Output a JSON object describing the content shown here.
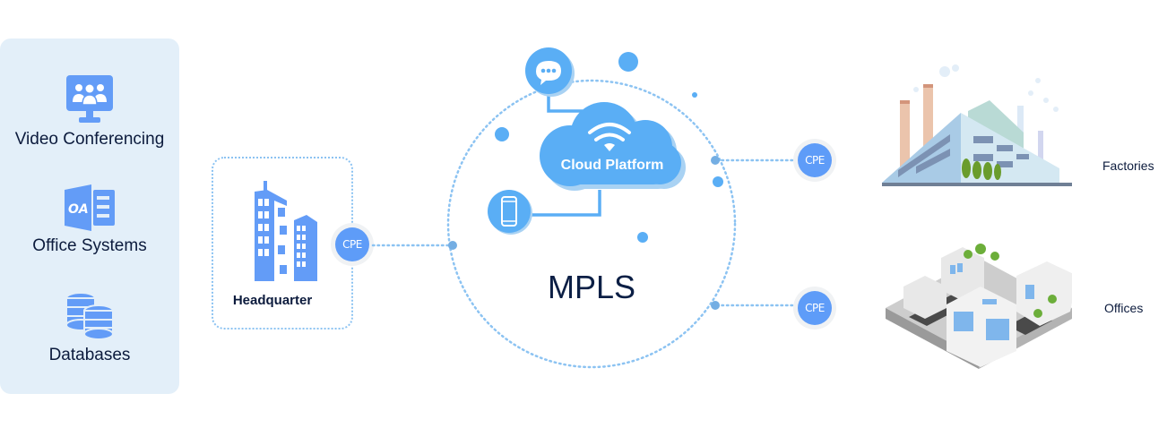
{
  "services": [
    {
      "label": "Video Conferencing",
      "icon": "video-conference-icon"
    },
    {
      "label": "Office Systems",
      "icon": "office-oa-icon",
      "icon_text": "OA"
    },
    {
      "label": "Databases",
      "icon": "database-icon"
    }
  ],
  "headquarter": {
    "label": "Headquarter",
    "icon": "office-building-icon",
    "cpe_label": "CPE"
  },
  "network": {
    "label": "MPLS",
    "cloud_label": "Cloud Platform",
    "cloud_icons": [
      "wifi-icon",
      "chat-bubble-icon",
      "smartphone-icon"
    ]
  },
  "sites": [
    {
      "label": "Factories",
      "cpe_label": "CPE",
      "icon": "factory-illustration"
    },
    {
      "label": "Offices",
      "cpe_label": "CPE",
      "icon": "office-district-illustration"
    }
  ],
  "colors": {
    "accent": "#5e9cf8",
    "cloud": "#5aaef5",
    "panel_bg": "#e3eff9",
    "dotted_line": "#8cc3f2",
    "text_dark": "#0c1b3d"
  }
}
